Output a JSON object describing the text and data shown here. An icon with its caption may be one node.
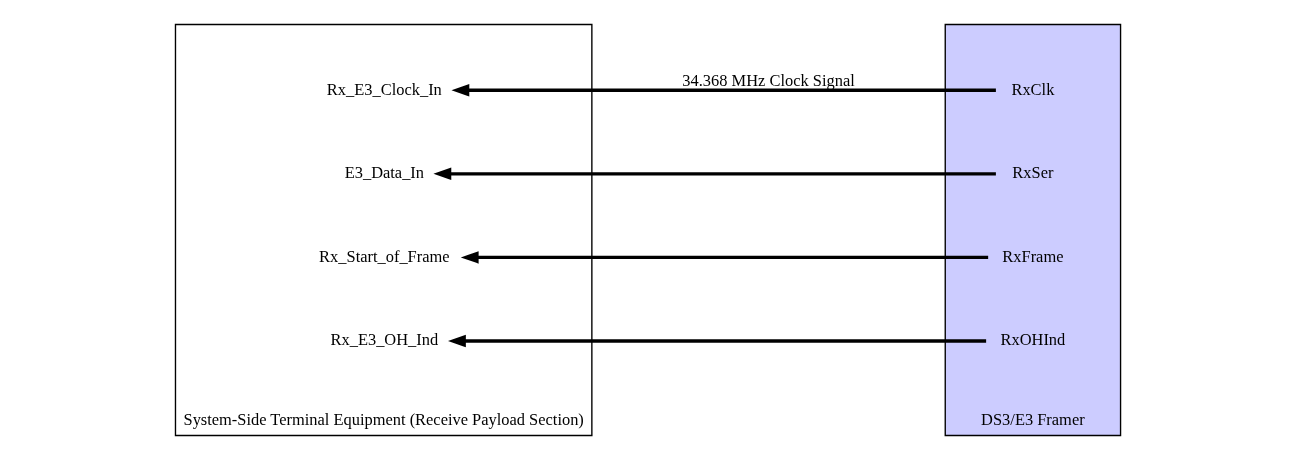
{
  "diagram": {
    "nodes": [
      {
        "text": [
          "System-Side Terminal Equipment (Receive Payload Section)"
        ]
      },
      {
        "text": [
          "Rx_E3_Clock_In"
        ],
        "in": 0
      },
      {
        "text": [
          "E3_Data_In"
        ],
        "in": 0
      },
      {
        "text": [
          "Rx_Start_of_Frame"
        ],
        "in": 0
      },
      {
        "text": [
          "Rx_E3_OH_Ind"
        ],
        "in": 0
      },
      {
        "text": [
          "DS3/E3 Framer"
        ]
      },
      {
        "text": [
          "RxClk"
        ],
        "in": 5
      },
      {
        "text": [
          "RxSer"
        ],
        "in": 5
      },
      {
        "text": [
          "RxFrame"
        ],
        "in": 5
      },
      {
        "text": [
          "RxOHInd"
        ],
        "in": 5
      }
    ],
    "edges": [
      {
        "from": 6,
        "to": 1,
        "arrow": "to",
        "label": "34.368 MHz Clock Signal"
      },
      {
        "from": 7,
        "to": 2,
        "arrow": "to"
      },
      {
        "from": 8,
        "to": 3,
        "arrow": "to"
      },
      {
        "from": 9,
        "to": 4,
        "arrow": "to"
      }
    ]
  }
}
